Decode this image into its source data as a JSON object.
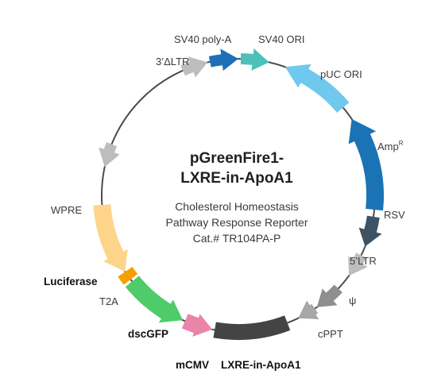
{
  "plasmid": {
    "name_line1": "pGreenFire1-",
    "name_line2": "LXRE-in-ApoA1",
    "desc_line1": "Cholesterol Homeostasis",
    "desc_line2": "Pathway Response Reporter",
    "desc_line3": "Cat.# TR104PA-P"
  },
  "features": [
    {
      "id": "sv40-polya",
      "label": "SV40 poly-A",
      "color": "#1d6fb8",
      "bold": false
    },
    {
      "id": "sv40-ori",
      "label": "SV40 ORI",
      "color": "#4cc1b8",
      "bold": false
    },
    {
      "id": "puc-ori",
      "label": "pUC ORI",
      "color": "#6fc8ee",
      "bold": false
    },
    {
      "id": "ampr",
      "label": "Amp",
      "sup": "R",
      "color": "#1a73b5",
      "bold": false
    },
    {
      "id": "rsv",
      "label": "RSV",
      "color": "#3d5363",
      "bold": false
    },
    {
      "id": "5ltr",
      "label": "5’LTR",
      "color": "#bdbdbd",
      "bold": false
    },
    {
      "id": "psi",
      "label": "ψ",
      "color": "#8f8f8f",
      "bold": false
    },
    {
      "id": "cppt",
      "label": "cPPT",
      "color": "#a7a7a7",
      "bold": false
    },
    {
      "id": "lxre",
      "label": "LXRE-in-ApoA1",
      "color": "#444444",
      "bold": true
    },
    {
      "id": "mcmv",
      "label": "mCMV",
      "color": "#e985a8",
      "bold": true
    },
    {
      "id": "dscgfp",
      "label": "dscGFP",
      "color": "#4fcb6a",
      "bold": true
    },
    {
      "id": "t2a",
      "label": "T2A",
      "color": "#f5a000",
      "bold": false
    },
    {
      "id": "luciferase",
      "label": "Luciferase",
      "color": "#fdd48a",
      "bold": true
    },
    {
      "id": "wpre",
      "label": "WPRE",
      "color": "#bdbdbd",
      "bold": false
    },
    {
      "id": "3ltr",
      "label": "3’ΔLTR",
      "color": "#bdbdbd",
      "bold": false
    }
  ],
  "colors": {
    "backbone": "#4a4a4a"
  }
}
